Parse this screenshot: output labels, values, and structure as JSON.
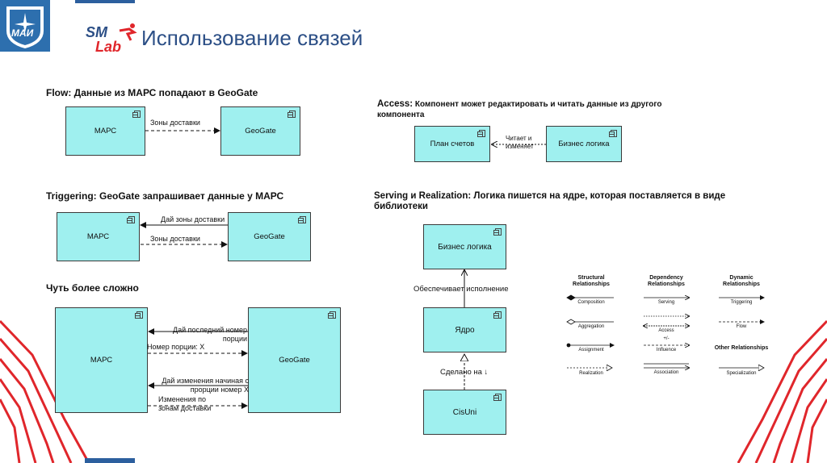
{
  "header": {
    "title": "Использование связей",
    "logo_text": "МАИ",
    "lab_text_1": "SM",
    "lab_text_2": "Lab"
  },
  "flow": {
    "heading": "Flow:  Данные из МАРС попадают в GeoGate",
    "left": "МАРС",
    "right": "GeoGate",
    "label": "Зоны доставки"
  },
  "triggering": {
    "heading": "Triggering: GeoGate запрашивает данные у МАРС",
    "left": "МАРС",
    "right": "GeoGate",
    "label_top": "Дай зоны доставки",
    "label_bottom": "Зоны доставки"
  },
  "complex": {
    "heading": "Чуть более сложно",
    "left": "МАРС",
    "right": "GeoGate",
    "l1": "Дай последний номер порции",
    "l2": "Номер порции: X",
    "l3": "Дай изменения начиная с прорции номер X",
    "l4": "Изменения по зонам доставки"
  },
  "access": {
    "heading_bold": "Access:",
    "heading_rest": " Компонент может редактировать и читать данные из другого компонента",
    "left": "План счетов",
    "right": "Бизнес логика",
    "label": "Читает и изменяет"
  },
  "serving": {
    "heading": "Serving и Realization: Логика пишется на ядре, которая поставляется в виде библиотеки",
    "top": "Бизнес логика",
    "middle": "Ядро",
    "bottom": "CisUni",
    "label_serve": "Обеспечивает исполнение",
    "label_real": "Сделано на ↓"
  },
  "legend": {
    "col1_title": "Structural Relationships",
    "col2_title": "Dependency Relationships",
    "col3_title": "Dynamic Relationships",
    "other_title": "Other Relationships",
    "composition": "Composition",
    "aggregation": "Aggregation",
    "assignment": "Assignment",
    "realization": "Realization",
    "serving": "Serving",
    "access": "Access",
    "influence": "Influence",
    "influence_mark": "+/-",
    "association": "Association",
    "triggering": "Triggering",
    "flow": "Flow",
    "specialization": "Specialization"
  },
  "colors": {
    "box_fill": "#9ff0ef",
    "title": "#2c4f86",
    "stripes": "#e0262b"
  }
}
